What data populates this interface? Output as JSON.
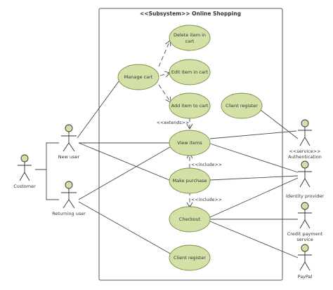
{
  "subsystem": {
    "title": "<<Subsystem>> Online Shopping"
  },
  "use_cases": {
    "delete_item": [
      "Delete item in",
      "cart"
    ],
    "edit_item": "Edit item in cart",
    "add_item": "Add item to cart",
    "manage_cart": "Manage cart",
    "client_register_top": "Client register",
    "view_items": "View items",
    "make_purchase": "Make purchase",
    "checkout": "Checkout",
    "client_register_bottom": "Client register"
  },
  "actors": {
    "customer": "Customer",
    "new_user": "New user",
    "returning_user": "Returning user",
    "authentication": [
      "<<service>>",
      "Authentication"
    ],
    "identity_provider": "Identity provider",
    "credit_payment": [
      "Credit payment",
      "service"
    ],
    "paypal": "PayPal"
  },
  "relations": {
    "extends": "<<extends>>",
    "include_upper": "<<include>>",
    "include_lower": "<<include>>"
  },
  "colors": {
    "use_case_fill": "#d3e1a6",
    "use_case_stroke": "#7b8f47",
    "line": "#4a4a4a"
  }
}
